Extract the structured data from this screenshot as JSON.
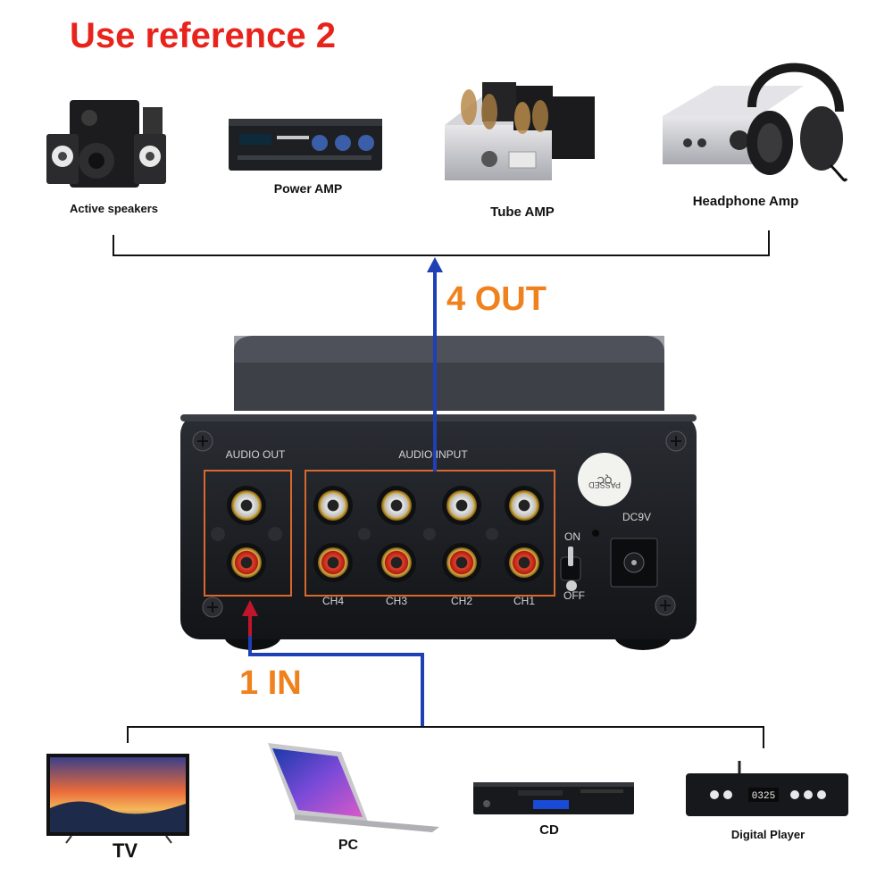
{
  "title": "Use reference 2",
  "outputs": {
    "label": "4 OUT",
    "devices": [
      {
        "label": "Active speakers",
        "icon": "speakers-icon"
      },
      {
        "label": "Power AMP",
        "icon": "power-amp-icon"
      },
      {
        "label": "Tube AMP",
        "icon": "tube-amp-icon"
      },
      {
        "label": "Headphone Amp",
        "icon": "headphone-amp-icon"
      }
    ]
  },
  "inputs": {
    "label": "1 IN",
    "devices": [
      {
        "label": "TV",
        "icon": "tv-icon"
      },
      {
        "label": "PC",
        "icon": "laptop-icon"
      },
      {
        "label": "CD",
        "icon": "cd-player-icon"
      },
      {
        "label": "Digital Player",
        "icon": "digital-player-icon"
      }
    ]
  },
  "device_panel": {
    "audio_out_label": "AUDIO OUT",
    "audio_input_label": "AUDIO INPUT",
    "channels": [
      "CH4",
      "CH3",
      "CH2",
      "CH1"
    ],
    "switch_on": "ON",
    "switch_off": "OFF",
    "power_label": "DC9V",
    "qc_sticker": "QC PASSED"
  },
  "digital_player_display": "0325",
  "colors": {
    "title": "#e8231c",
    "flow_label": "#f0821e",
    "arrow_blue": "#1f3fb4",
    "arrow_red": "#c0162a",
    "panel_box": "#d8682e",
    "device_body": "#1b1d21"
  }
}
